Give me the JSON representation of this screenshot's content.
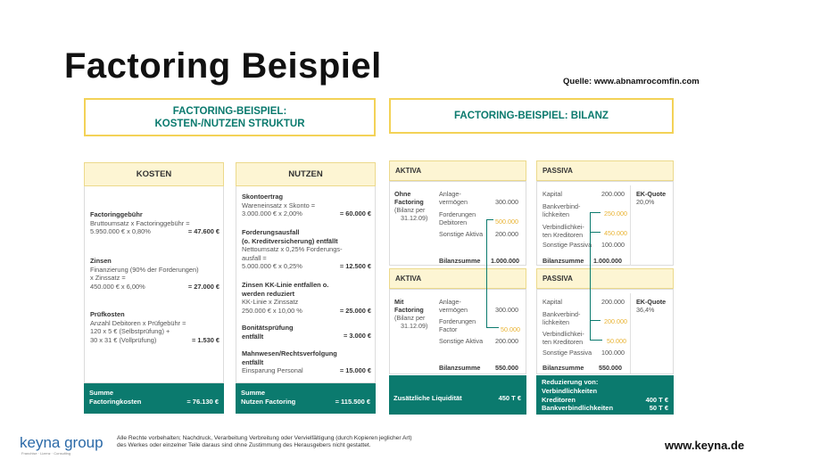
{
  "title": "Factoring Beispiel",
  "source": "Quelle: www.abnamrocomfin.com",
  "left_header": [
    "FACTORING-BEISPIEL:",
    "KOSTEN-/NUTZEN STRUKTUR"
  ],
  "right_header": "FACTORING-BEISPIEL: BILANZ",
  "kosten": {
    "head": "KOSTEN",
    "items": [
      {
        "label": "Factoringgebühr",
        "lines": [
          "Bruttoumsatz x Factoringgebühr =",
          "5.950.000 € x 0,80%"
        ],
        "value": "= 47.600 €"
      },
      {
        "label": "Zinsen",
        "lines": [
          "Finanzierung (90% der Forderungen)",
          "x Zinssatz =",
          "450.000 € x 6,00%"
        ],
        "value": "= 27.000 €"
      },
      {
        "label": "Prüfkosten",
        "lines": [
          "Anzahl Debitoren x Prüfgebühr =",
          "120 x 5 € (Selbstprüfung) +",
          "30 x 31 € (Vollprüfung)"
        ],
        "value": "= 1.530 €"
      }
    ],
    "sum_label": [
      "Summe",
      "Factoringkosten"
    ],
    "sum_value": "= 76.130 €"
  },
  "nutzen": {
    "head": "NUTZEN",
    "items": [
      {
        "label": "Skontoertrag",
        "lines": [
          "Wareneinsatz x Skonto =",
          "3.000.000 € x 2,00%"
        ],
        "value": "= 60.000 €"
      },
      {
        "label": "Forderungsausfall",
        "label2": "(o. Kreditversicherung) entfällt",
        "lines": [
          "Nettoumsatz x 0,25% Forderungs-",
          "ausfall =",
          "5.000.000 € x 0,25%"
        ],
        "value": "= 12.500 €"
      },
      {
        "label": "Zinsen KK-Linie entfallen o.",
        "label2": "werden reduziert",
        "lines": [
          "KK-Linie x Zinssatz",
          "250.000 € x 10,00 %"
        ],
        "value": "= 25.000 €"
      },
      {
        "label": "Bonitätsprüfung",
        "label2": "entfällt",
        "lines": [],
        "value": "= 3.000 €"
      },
      {
        "label": "Mahnwesen/Rechtsverfolgung",
        "label2": "entfällt",
        "lines": [
          "Einsparung Personal"
        ],
        "value": "= 15.000 €"
      }
    ],
    "sum_label": [
      "Summe",
      "Nutzen Factoring"
    ],
    "sum_value": "= 115.500 €"
  },
  "bilanz": {
    "aktiva": "AKTIVA",
    "passiva": "PASSIVA",
    "ohne": {
      "title": "Ohne",
      "title2": "Factoring",
      "sub": [
        "(Bilanz per",
        "31.12.09)"
      ]
    },
    "mit": {
      "title": "Mit",
      "title2": "Factoring",
      "sub": [
        "(Bilanz per",
        "31.12.09)"
      ]
    },
    "a1": {
      "anlage": [
        "Anlage-",
        "vermögen"
      ],
      "anlage_v": "300.000",
      "ford": [
        "Forderungen",
        "Debitoren"
      ],
      "ford_v": "500.000",
      "sonst": "Sonstige Aktiva",
      "sonst_v": "200.000",
      "sum": "Bilanzsumme",
      "sum_v": "1.000.000"
    },
    "p1": {
      "kap": "Kapital",
      "kap_v": "200.000",
      "bank": [
        "Bankverbind-",
        "lichkeiten"
      ],
      "bank_v": "250.000",
      "verb": [
        "Verbindlichkei-",
        "ten Kreditoren"
      ],
      "verb_v": "450.000",
      "sonst": "Sonstige Passiva",
      "sonst_v": "100.000",
      "sum": "Bilanzsumme",
      "sum_v": "1.000.000",
      "ekq": "EK-Quote",
      "ekq_v": "20,0%"
    },
    "a2": {
      "anlage": [
        "Anlage-",
        "vermögen"
      ],
      "anlage_v": "300.000",
      "ford": [
        "Forderungen",
        "Factor"
      ],
      "ford_v": "50.000",
      "sonst": "Sonstige Aktiva",
      "sonst_v": "200.000",
      "sum": "Bilanzsumme",
      "sum_v": "550.000"
    },
    "p2": {
      "kap": "Kapital",
      "kap_v": "200.000",
      "bank": [
        "Bankverbind-",
        "lichkeiten"
      ],
      "bank_v": "200.000",
      "verb": [
        "Verbindlichkei-",
        "ten Kreditoren"
      ],
      "verb_v": "50.000",
      "sonst": "Sonstige Passiva",
      "sonst_v": "100.000",
      "sum": "Bilanzsumme",
      "sum_v": "550.000",
      "ekq": "EK-Quote",
      "ekq_v": "36,4%"
    },
    "liq_label": "Zusätzliche Liquidität",
    "liq_value": "450 T €",
    "red": {
      "head": [
        "Reduzierung von:",
        "Verbindlichkeiten"
      ],
      "r1": "Kreditoren",
      "r1_v": "400 T €",
      "r2": "Bankverbindlichkeiten",
      "r2_v": "50 T €"
    }
  },
  "footer": {
    "logo": "keyna group",
    "logo_sub": "Franchise · Lizenz · Consulting",
    "rights": [
      "Alle Rechte vorbehalten; Nachdruck, Verarbeitung Verbreitung oder Vervielfältigung (durch Kopieren jeglicher Art)",
      "des Werkes oder einzelner Teile daraus sind ohne Zustimmung des Herausgebers nicht gestattet."
    ],
    "url": "www.keyna.de"
  }
}
